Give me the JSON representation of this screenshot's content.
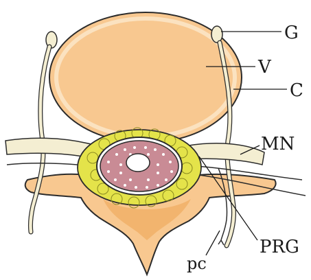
{
  "labels": {
    "g": "G",
    "v": "V",
    "c": "C",
    "mn": "MN",
    "prg": "PRG",
    "pc": "pc"
  },
  "colors": {
    "vertebra": "#f8c890",
    "vertebra_rim": "#fbe2c0",
    "outline": "#2b2b2b",
    "nerve": "#f4eed2",
    "fat": "#e4e34a",
    "cord": "#c98b95",
    "canal": "#ffffff"
  }
}
